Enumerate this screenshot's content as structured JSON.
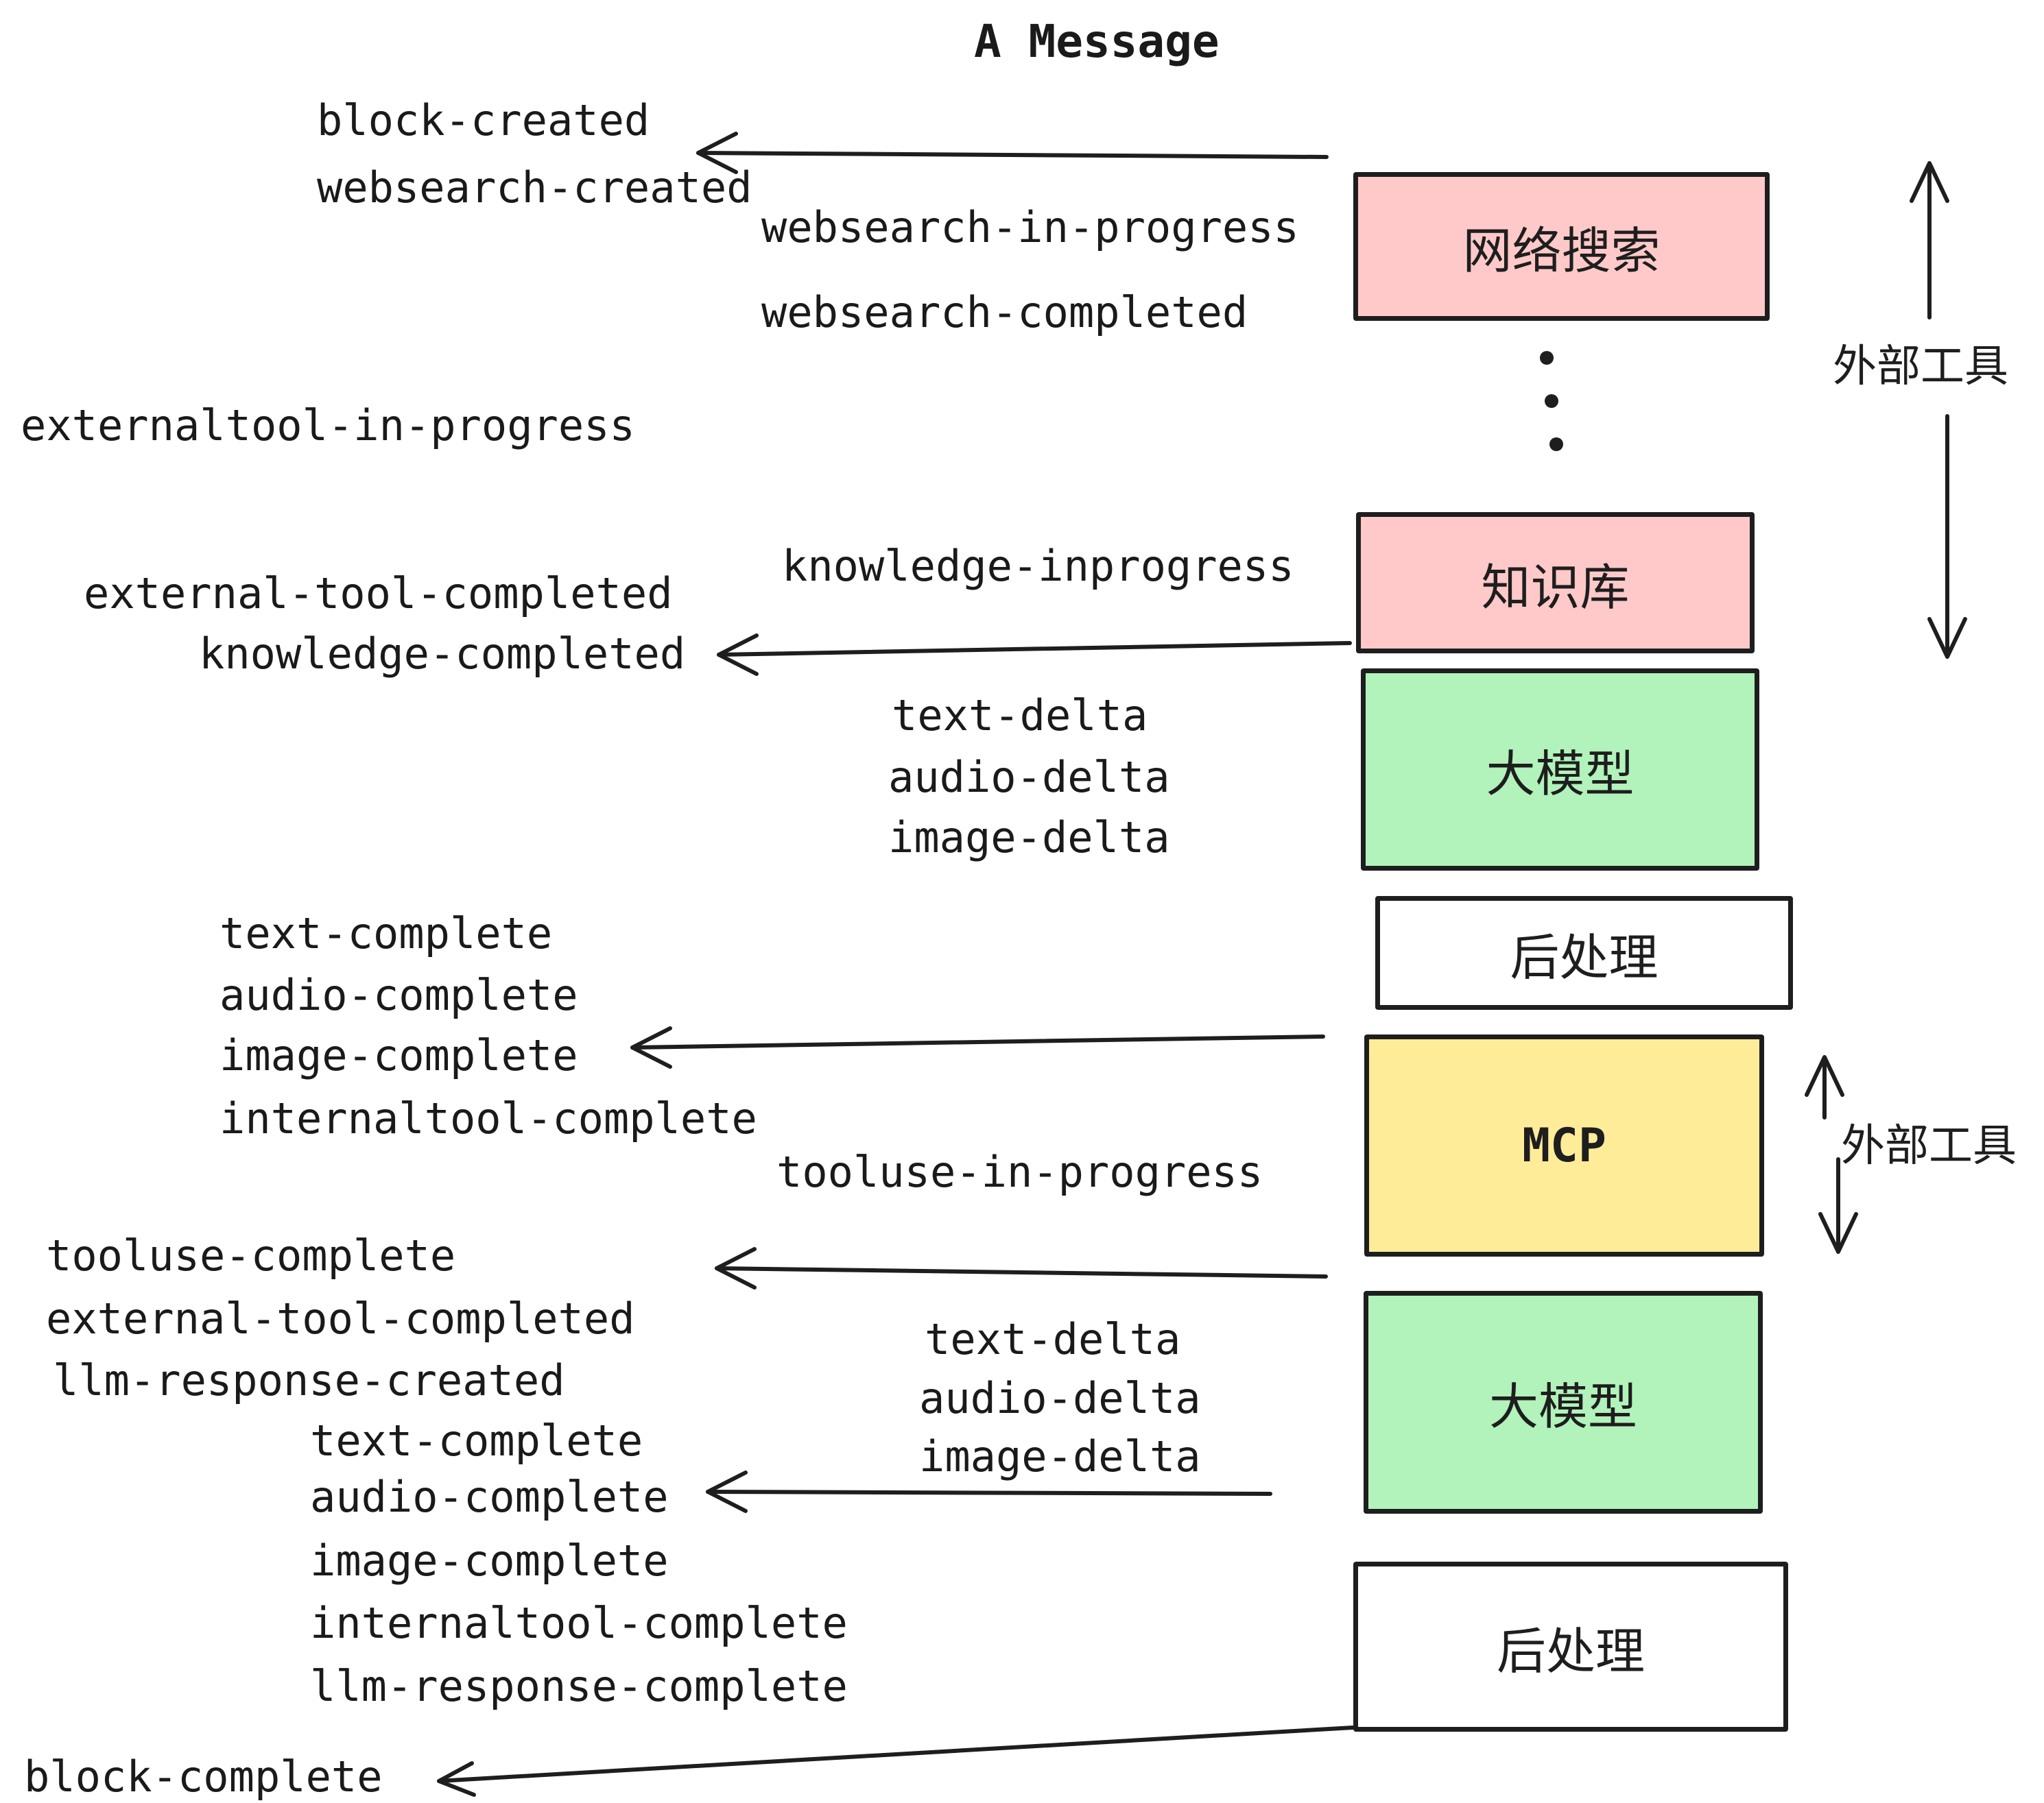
{
  "title": "A Message",
  "colors": {
    "stroke": "#1e1e1e",
    "box_pink": "#ffc9c9",
    "box_green": "#b2f2bb",
    "box_yellow": "#ffec99",
    "box_white": "#ffffff"
  },
  "boxes": [
    {
      "label": "网络搜索",
      "color": "#ffc9c9"
    },
    {
      "label": "知识库",
      "color": "#ffc9c9"
    },
    {
      "label": "大模型",
      "color": "#b2f2bb"
    },
    {
      "label": "后处理",
      "color": "#ffffff"
    },
    {
      "label": "MCP",
      "color": "#ffec99"
    },
    {
      "label": "大模型",
      "color": "#b2f2bb"
    },
    {
      "label": "后处理",
      "color": "#ffffff"
    }
  ],
  "side_labels": [
    {
      "text": "外部工具"
    },
    {
      "text": "外部工具"
    }
  ],
  "events": [
    {
      "text": "block-created"
    },
    {
      "text": "websearch-created"
    },
    {
      "text": "websearch-in-progress"
    },
    {
      "text": "websearch-completed"
    },
    {
      "text": "externaltool-in-progress"
    },
    {
      "text": "knowledge-inprogress"
    },
    {
      "text": "external-tool-completed"
    },
    {
      "text": "knowledge-completed"
    },
    {
      "text": "text-delta"
    },
    {
      "text": "audio-delta"
    },
    {
      "text": "image-delta"
    },
    {
      "text": "text-complete"
    },
    {
      "text": "audio-complete"
    },
    {
      "text": "image-complete"
    },
    {
      "text": "internaltool-complete"
    },
    {
      "text": "tooluse-in-progress"
    },
    {
      "text": "tooluse-complete"
    },
    {
      "text": "external-tool-completed"
    },
    {
      "text": "llm-response-created"
    },
    {
      "text": "text-delta"
    },
    {
      "text": "audio-delta"
    },
    {
      "text": "image-delta"
    },
    {
      "text": "text-complete"
    },
    {
      "text": "audio-complete"
    },
    {
      "text": "image-complete"
    },
    {
      "text": "internaltool-complete"
    },
    {
      "text": "llm-response-complete"
    },
    {
      "text": "block-complete"
    }
  ]
}
